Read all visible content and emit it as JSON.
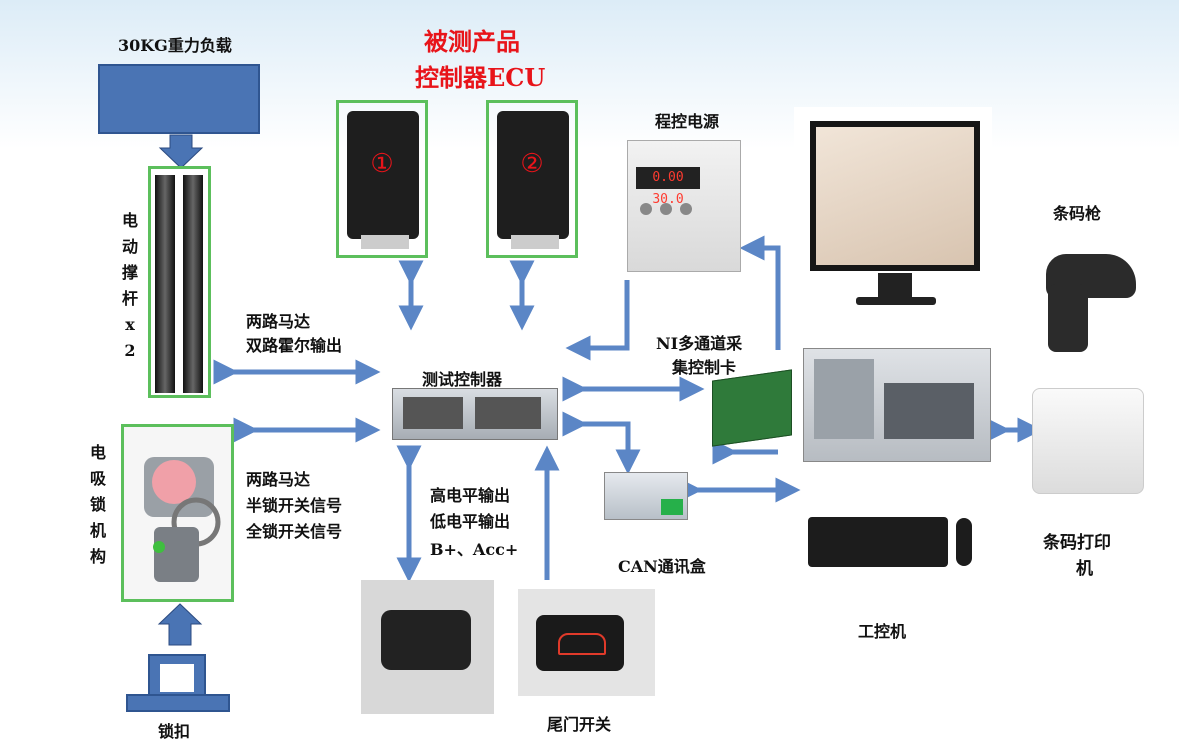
{
  "title": {
    "line1": "被测产品",
    "line2": "控制器ECU",
    "color": "#e8141a"
  },
  "load": {
    "label": "30KG重力负载",
    "color": "#4a74b4"
  },
  "actuator": {
    "label": [
      "电",
      "动",
      "撑",
      "杆",
      "x",
      "2"
    ]
  },
  "lock": {
    "label": [
      "电",
      "吸",
      "锁",
      "机",
      "构"
    ]
  },
  "latch": {
    "label": "锁扣"
  },
  "ecu": {
    "unit1": "①",
    "unit2": "②"
  },
  "signals": {
    "motor_hall": [
      "两路马达",
      "双路霍尔输出"
    ],
    "motor_switch": [
      "两路马达",
      "半锁开关信号",
      "全锁开关信号"
    ],
    "levels": [
      "高电平输出",
      "低电平输出",
      "B+、Acc+"
    ]
  },
  "controller": {
    "label": "测试控制器"
  },
  "power_supply": {
    "label": "程控电源",
    "display1": "0.00",
    "display2": "30.0"
  },
  "ni_card": {
    "label": [
      "NI多通道采",
      "集控制卡"
    ]
  },
  "can_box": {
    "label": "CAN通讯盒"
  },
  "tailgate_switch": {
    "label": "尾门开关"
  },
  "ipc": {
    "label": "工控机"
  },
  "barcode_gun": {
    "label": "条码枪"
  },
  "barcode_printer": {
    "label": [
      "条码打印",
      "机"
    ]
  },
  "colors": {
    "arrow": "#5b86c6",
    "box_border": "#5cbf5c"
  }
}
